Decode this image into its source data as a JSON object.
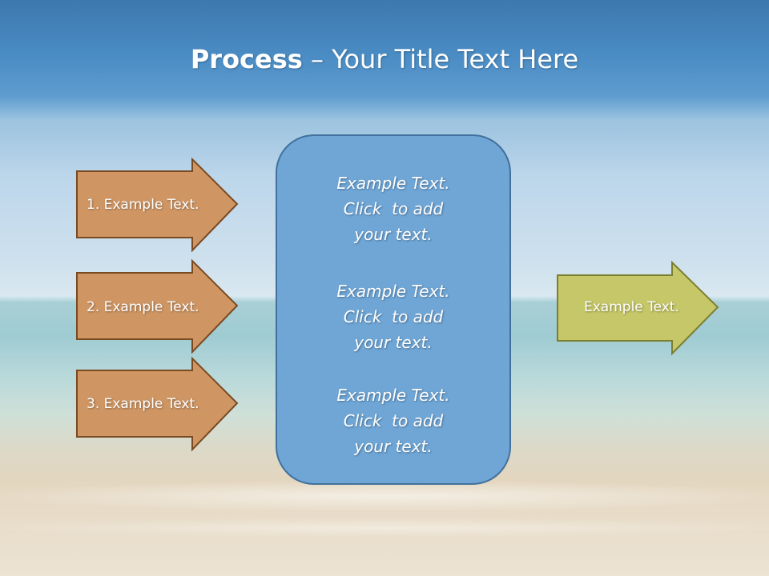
{
  "title": {
    "bold": "Process",
    "rest": " – Your Title Text Here"
  },
  "input_arrows": [
    {
      "label": "1. Example Text."
    },
    {
      "label": "2. Example Text."
    },
    {
      "label": "3. Example Text."
    }
  ],
  "center_box": {
    "blocks": [
      {
        "lines": [
          "Example Text.",
          "Click  to add",
          "your text."
        ]
      },
      {
        "lines": [
          "Example Text.",
          "Click  to add",
          "your text."
        ]
      },
      {
        "lines": [
          "Example Text.",
          "Click  to add",
          "your text."
        ]
      }
    ]
  },
  "output_arrow": {
    "label": "Example Text."
  },
  "colors": {
    "input_arrow_fill": "#cf9664",
    "input_arrow_stroke": "#7a4a22",
    "output_arrow_fill": "#c5c768",
    "output_arrow_stroke": "#7d7e30",
    "center_fill": "#6fa6d6",
    "center_stroke": "#41719c"
  }
}
